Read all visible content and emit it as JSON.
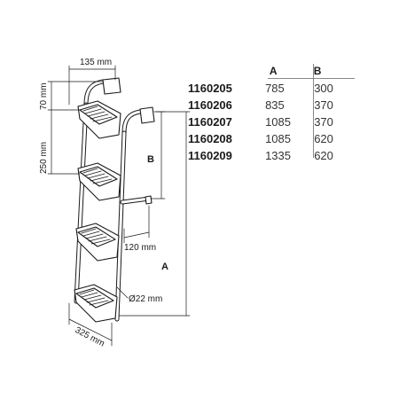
{
  "dimensions": {
    "width_top": "135 mm",
    "height_70": "70 mm",
    "height_250": "250 mm",
    "depth_120": "120 mm",
    "diameter": "Ø22 mm",
    "width_bottom": "325 mm",
    "label_a": "A",
    "label_b": "B"
  },
  "table": {
    "headers": [
      "A",
      "B"
    ],
    "rows": [
      {
        "code": "1160205",
        "a": "785",
        "b": "300"
      },
      {
        "code": "1160206",
        "a": "835",
        "b": "370"
      },
      {
        "code": "1160207",
        "a": "1085",
        "b": "370"
      },
      {
        "code": "1160208",
        "a": "1085",
        "b": "620"
      },
      {
        "code": "1160209",
        "a": "1335",
        "b": "620"
      }
    ]
  }
}
